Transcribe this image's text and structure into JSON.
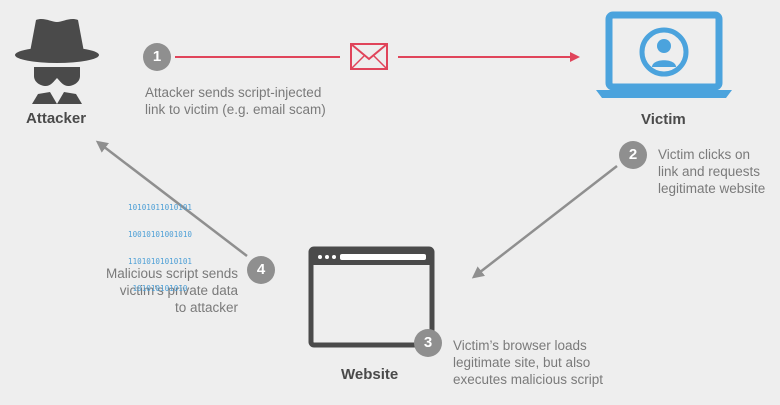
{
  "nodes": {
    "attacker": {
      "label": "Attacker"
    },
    "victim": {
      "label": "Victim"
    },
    "website": {
      "label": "Website"
    }
  },
  "steps": [
    {
      "number": "1",
      "text": "Attacker sends script-injected\nlink to victim (e.g. email scam)"
    },
    {
      "number": "2",
      "text": "Victim clicks on\nlink and requests\nlegitimate website"
    },
    {
      "number": "3",
      "text": "Victim’s browser loads\nlegitimate site, but also\nexecutes malicious script"
    },
    {
      "number": "4",
      "text": "Malicious script sends\nvictim’s private data\nto attacker"
    }
  ],
  "binary_data": {
    "lines": [
      "10101011010101",
      "10010101001010",
      "11010101010101",
      "101010101010"
    ]
  },
  "colors": {
    "background": "#eeeeee",
    "attack_arrow": "#e0445a",
    "flow_arrow": "#8f8f8f",
    "victim_blue": "#4ba3dd",
    "dark_gray": "#4a4a4a",
    "binary_blue": "#4d9fd6"
  },
  "icons": {
    "attacker": "spy-icon",
    "victim": "laptop-user-icon",
    "website": "browser-window-icon",
    "message": "envelope-icon",
    "data": "binary-data-icon"
  }
}
